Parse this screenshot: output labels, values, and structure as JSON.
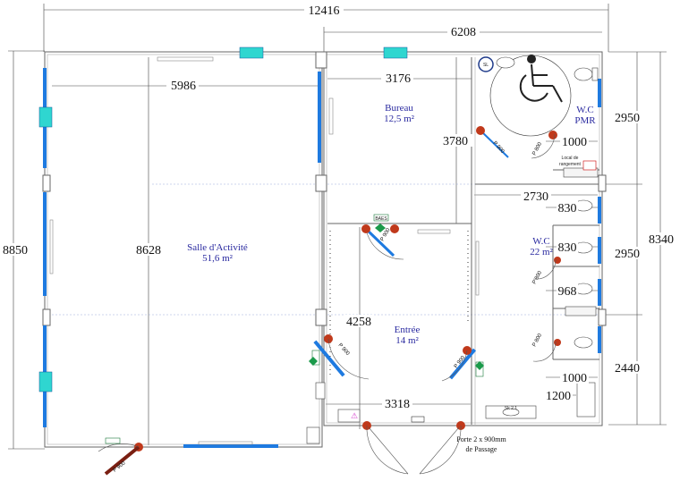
{
  "dimensions": {
    "total_width": "12416",
    "right_width": "6208",
    "salle_inner_width": "5986",
    "bureau_inner_width": "3176",
    "bureau_height": "3780",
    "total_height": "8850",
    "salle_height": "8628",
    "right_total_height": "8340",
    "right_seg_top": "2950",
    "right_seg_mid": "2950",
    "right_seg_bottom": "2440",
    "wc_width": "2730",
    "entree_height": "4258",
    "entree_width": "3318",
    "pmr_inner": "1000",
    "wc_a": "830",
    "wc_b": "830",
    "wc_c": "968",
    "wc_d": "1000",
    "wc_e": "1200"
  },
  "rooms": {
    "salle": {
      "name": "Salle d'Activité",
      "area": "51,6 m²"
    },
    "bureau": {
      "name": "Bureau",
      "area": "12,5 m²"
    },
    "entree": {
      "name": "Entrée",
      "area": "14 m²"
    },
    "wc": {
      "name": "W.C",
      "area": "22 m²"
    },
    "wc_pmr": {
      "name": "W.C",
      "sub": "PMR"
    },
    "local": {
      "line1": "Local de",
      "line2": "rangement"
    }
  },
  "labels": {
    "door_note_1": "Porte 2 x 900mm",
    "door_note_2": "de Passage",
    "door_900": "P 900",
    "door_800": "P 800",
    "badge_sl": "SL",
    "baes": "BAES",
    "sink_lbl": "Sk 2.1"
  },
  "colors": {
    "window": "#1e7ae0",
    "vent": "#2fd6d0",
    "door_red": "#c0391b",
    "door_brown": "#7a1f12",
    "room_text": "#2a2aa0"
  }
}
